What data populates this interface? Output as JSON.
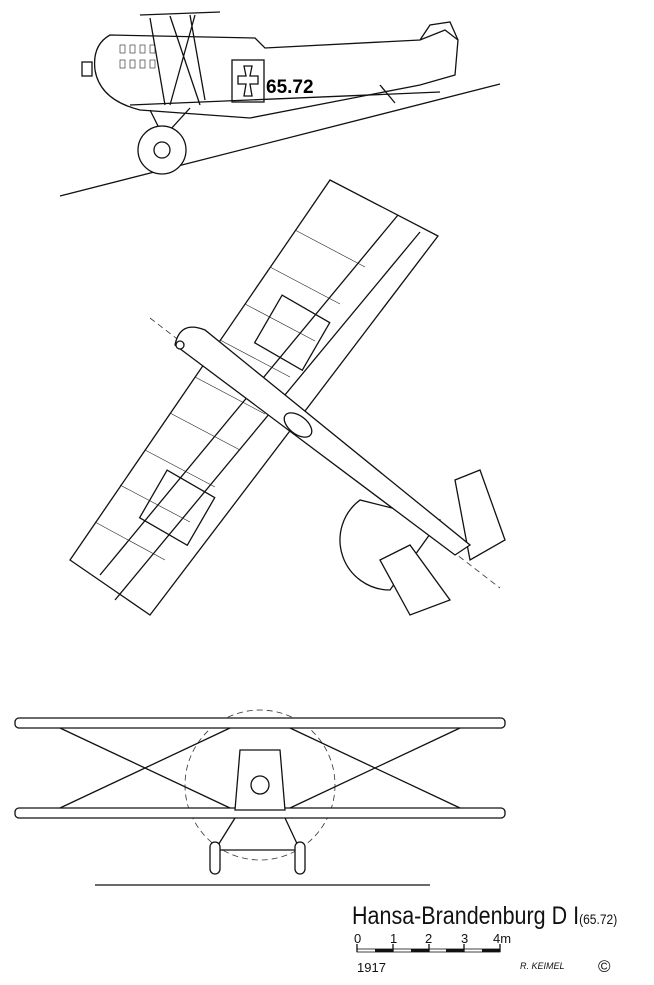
{
  "aircraft": {
    "title": "Hansa-Brandenburg D I",
    "serial": "(65.72)",
    "fuselage_marking": "65.72",
    "year": "1917",
    "artist_signature": "R. KEIMEL",
    "copyright": "©"
  },
  "scale_bar": {
    "ticks": [
      "0",
      "1",
      "2",
      "3",
      "4m"
    ]
  },
  "views": [
    "side-view",
    "top-view",
    "front-view"
  ]
}
